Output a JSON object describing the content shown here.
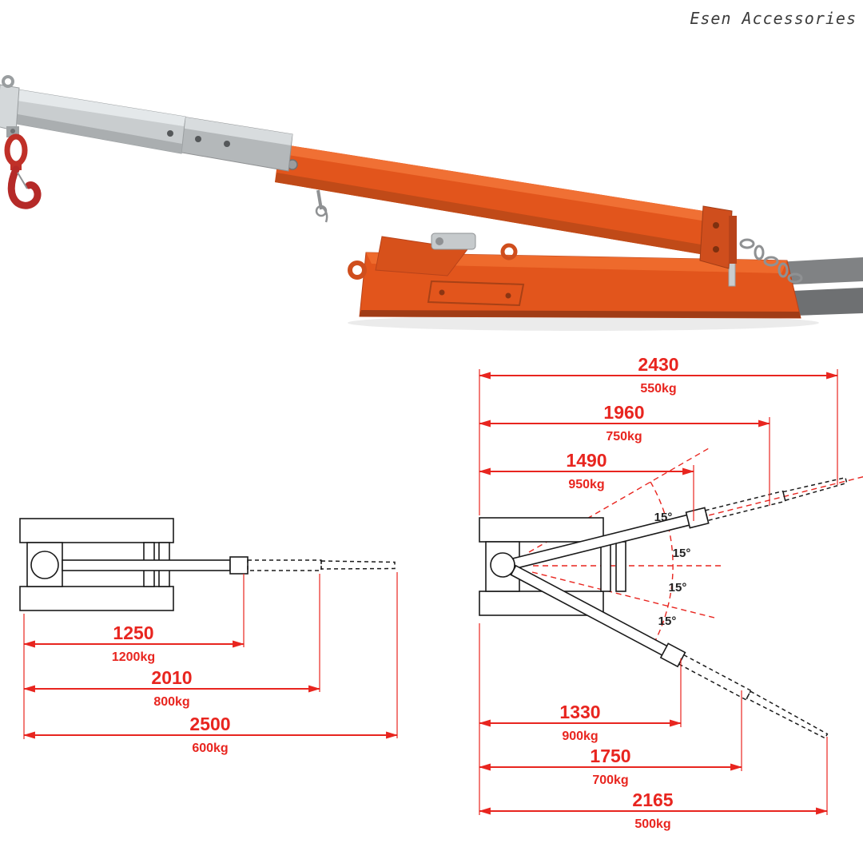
{
  "watermark": "Esen Accessories",
  "colors": {
    "dimension_red": "#e8251f",
    "crane_orange": "#e2551c",
    "hook_red": "#c03028",
    "boom_gray": "#c6cacc",
    "outline_black": "#1a1a1a"
  },
  "left_diagram": {
    "dims": [
      {
        "length": "1250",
        "capacity": "1200kg"
      },
      {
        "length": "2010",
        "capacity": "800kg"
      },
      {
        "length": "2500",
        "capacity": "600kg"
      }
    ]
  },
  "right_diagram": {
    "top_dims": [
      {
        "length": "2430",
        "capacity": "550kg"
      },
      {
        "length": "1960",
        "capacity": "750kg"
      },
      {
        "length": "1490",
        "capacity": "950kg"
      }
    ],
    "bottom_dims": [
      {
        "length": "1330",
        "capacity": "900kg"
      },
      {
        "length": "1750",
        "capacity": "700kg"
      },
      {
        "length": "2165",
        "capacity": "500kg"
      }
    ],
    "angle_labels": [
      "15°",
      "15°",
      "15°",
      "15°"
    ]
  }
}
